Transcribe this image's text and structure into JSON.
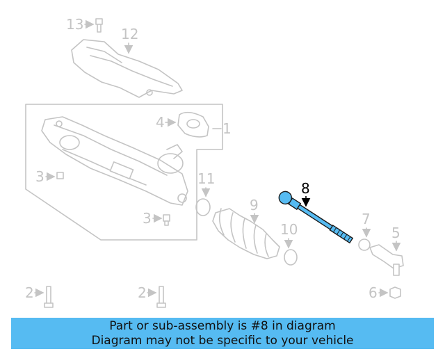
{
  "callouts": {
    "c13": "13",
    "c12": "12",
    "c4": "4",
    "c1": "1",
    "c3a": "3",
    "c3b": "3",
    "c11": "11",
    "c9": "9",
    "c10": "10",
    "c8": "8",
    "c7": "7",
    "c5": "5",
    "c2a": "2",
    "c2b": "2",
    "c6": "6"
  },
  "highlight_part": "8",
  "colors": {
    "highlight": "#56bbf2",
    "line": "#c4c4c4",
    "banner": "#56bbf2"
  },
  "banner": {
    "line1": "Part or sub-assembly is #8 in diagram",
    "line2": "Diagram may not be specific to your vehicle"
  }
}
